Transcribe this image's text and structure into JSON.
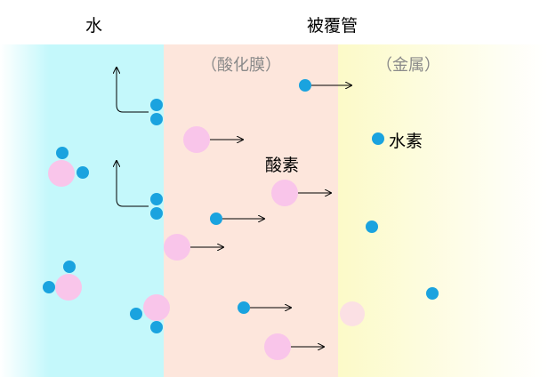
{
  "header": {
    "water_label": "水",
    "cladding_label": "被覆管"
  },
  "regions": {
    "oxide_label": "（酸化膜）",
    "metal_label": "（金属）"
  },
  "species": {
    "oxygen_label": "酸素",
    "hydrogen_label": "水素"
  },
  "colors": {
    "water": "#c4f8fb",
    "oxide": "#fde6dc",
    "metal": "#fcfad0",
    "hydrogen_atom": "#1aa3df",
    "oxygen_atom": "#f9c5ea",
    "oxygen_atom_faded": "#fbe0e4",
    "arrow": "#000000",
    "region_label": "#8a8a8a"
  }
}
